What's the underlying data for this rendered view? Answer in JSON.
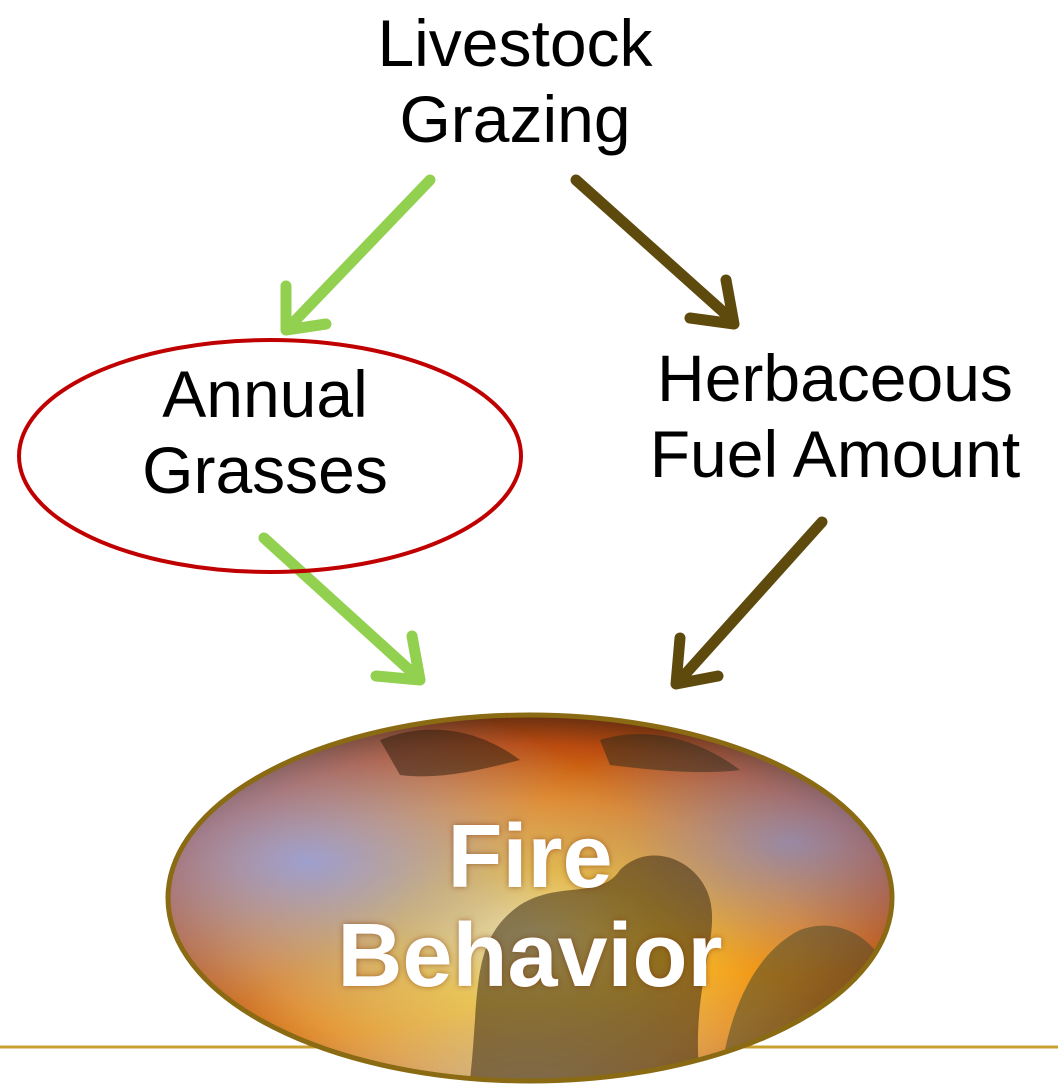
{
  "nodes": {
    "livestock": {
      "line1": "Livestock",
      "line2": "Grazing"
    },
    "annual": {
      "line1": "Annual",
      "line2": "Grasses"
    },
    "herbaceous": {
      "line1": "Herbaceous",
      "line2": "Fuel Amount"
    },
    "fire": {
      "line1": "Fire",
      "line2": "Behavior"
    }
  },
  "colors": {
    "green_arrow": "#92d050",
    "brown_arrow": "#5f4a0e",
    "annual_outline": "#c00000",
    "fire_outline": "#8a6a12",
    "divider": "#c8a030"
  },
  "edges": [
    {
      "from": "livestock",
      "to": "annual",
      "color": "green"
    },
    {
      "from": "livestock",
      "to": "herbaceous",
      "color": "brown"
    },
    {
      "from": "annual",
      "to": "fire",
      "color": "green"
    },
    {
      "from": "herbaceous",
      "to": "fire",
      "color": "brown"
    }
  ]
}
